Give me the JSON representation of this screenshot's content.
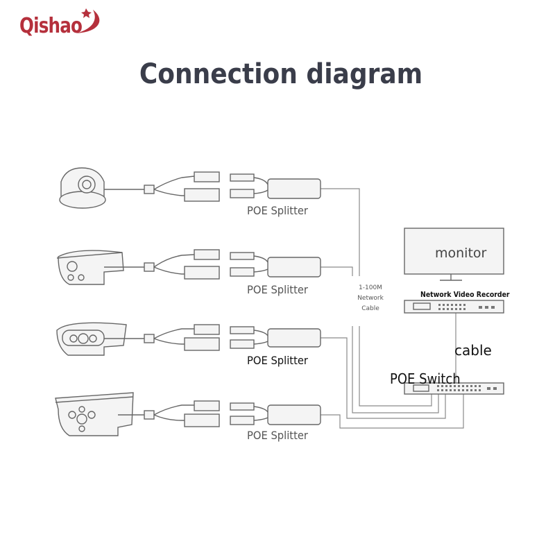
{
  "brand": {
    "logo_text": "Qishao",
    "color": "#b5303c"
  },
  "title": "Connection diagram",
  "splitters": [
    {
      "label": "POE Splitter"
    },
    {
      "label": "POE Splitter"
    },
    {
      "label": "POE Splitter"
    },
    {
      "label": "POE Splitter"
    }
  ],
  "cameras": [
    {
      "type": "dome-camera-icon"
    },
    {
      "type": "bullet-camera-icon"
    },
    {
      "type": "bullet-camera-icon"
    },
    {
      "type": "bullet-camera-icon"
    }
  ],
  "network_cable": {
    "line1": "1-100M",
    "line2": "Network",
    "line3": "Cable"
  },
  "monitor": {
    "label": "monitor"
  },
  "nvr": {
    "label": "Network Video Recorder"
  },
  "nvr_link": {
    "label": "cable"
  },
  "switch": {
    "label": "POE Switch"
  },
  "colors": {
    "title": "#3a3d4a",
    "lines": "#8a8a8a"
  }
}
